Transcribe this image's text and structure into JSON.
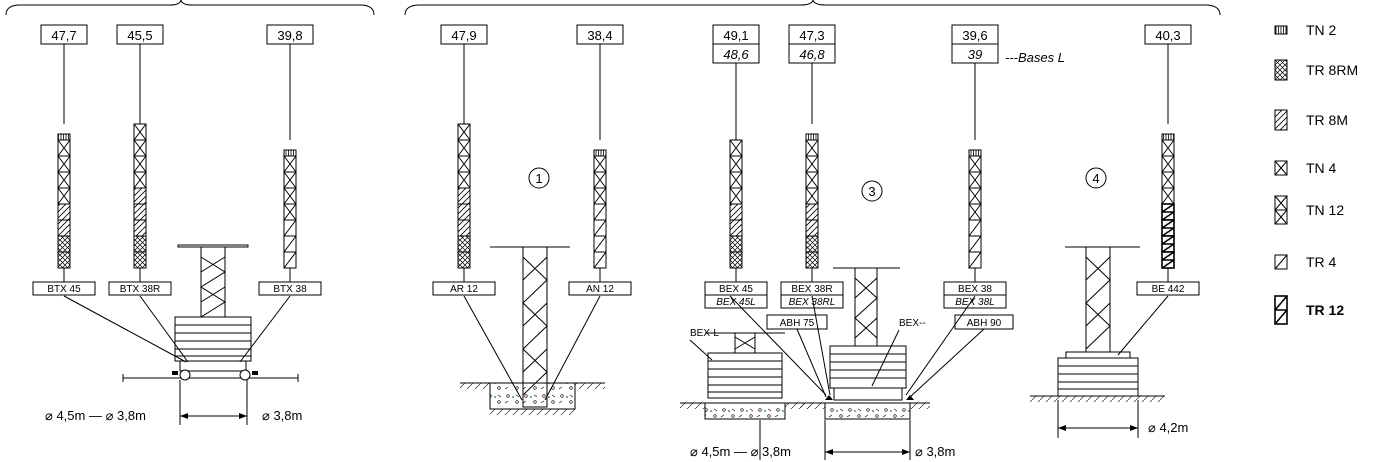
{
  "groups": [
    {
      "columns": [
        {
          "height": "47,7",
          "label": "BTX 45",
          "segments": [
            "tn2",
            "tn4",
            "tn4",
            "tn4",
            "tn4",
            "tr8m",
            "tr8m",
            "tr8rm",
            "tr8rm"
          ]
        },
        {
          "height": "45,5",
          "label": "BTX 38R",
          "segments": [
            "tn4",
            "tn4",
            "tn4",
            "tn4",
            "tr8m",
            "tr8m",
            "tr8m",
            "tr8rm",
            "tr8rm"
          ]
        },
        {
          "height": "39,8",
          "label": "BTX 38",
          "segments": [
            "tn2",
            "tn4",
            "tn4",
            "tn4",
            "tn4",
            "tr4",
            "tr4",
            "tr4"
          ]
        }
      ],
      "dimension": "⌀ 4,5m — ⌀ 3,8m",
      "dimension_right": "⌀ 3,8m"
    },
    {
      "number": "1",
      "columns": [
        {
          "height": "47,9",
          "label": "AR 12",
          "segments": [
            "tn4",
            "tn4",
            "tn4",
            "tn4",
            "tr8m",
            "tr8m",
            "tr8m",
            "tr8rm",
            "tr8rm"
          ]
        },
        {
          "height": "38,4",
          "label": "AN 12",
          "segments": [
            "tn2",
            "tn4",
            "tn4",
            "tn4",
            "tr4",
            "tr4",
            "tr4",
            "tr4"
          ]
        }
      ]
    },
    {
      "number": "3",
      "columns": [
        {
          "height": "49,1",
          "height_l": "48,6",
          "label": "BEX 45",
          "label_l": "BEX 45L",
          "segments": [
            "tn4",
            "tn4",
            "tn4",
            "tn4",
            "tr8m",
            "tr8m",
            "tr8rm",
            "tr8rm"
          ]
        },
        {
          "height": "47,3",
          "height_l": "46,8",
          "label": "BEX 38R",
          "label_l": "BEX 38RL",
          "segments": [
            "tn2",
            "tn4",
            "tn4",
            "tn4",
            "tn4",
            "tr8m",
            "tr8m",
            "tr8rm",
            "tr8rm"
          ]
        },
        {
          "height": "39,6",
          "height_l": "39",
          "label": "BEX 38",
          "label_l": "BEX 38L",
          "segments": [
            "tn2",
            "tn4",
            "tn4",
            "tn4",
            "tn4",
            "tr4",
            "tr4",
            "tr4"
          ]
        }
      ],
      "bases_note": "---Bases L",
      "base_labels": {
        "bex_l": "BEX-L",
        "abh75": "ABH 75",
        "bex": "BEX--",
        "abh90": "ABH 90"
      },
      "dimension": "⌀ 4,5m — ⌀ 3,8m",
      "dimension_right": "⌀ 3,8m"
    },
    {
      "number": "4",
      "columns": [
        {
          "height": "40,3",
          "label": "BE 442",
          "segments": [
            "tn2",
            "tn4",
            "tn4",
            "tn4",
            "tn4",
            "tr12",
            "tr12",
            "tr12",
            "tr12"
          ]
        }
      ],
      "dimension_right": "⌀ 4,2m"
    }
  ],
  "legend": [
    {
      "key": "tn2",
      "label": "TN 2",
      "bold": false
    },
    {
      "key": "tr8rm",
      "label": "TR 8RM",
      "bold": false
    },
    {
      "key": "tr8m",
      "label": "TR 8M",
      "bold": false
    },
    {
      "key": "tn4",
      "label": "TN 4",
      "bold": false
    },
    {
      "key": "tn12",
      "label": "TN 12",
      "bold": false
    },
    {
      "key": "tr4",
      "label": "TR 4",
      "bold": false
    },
    {
      "key": "tr12",
      "label": "TR 12",
      "bold": true
    }
  ]
}
